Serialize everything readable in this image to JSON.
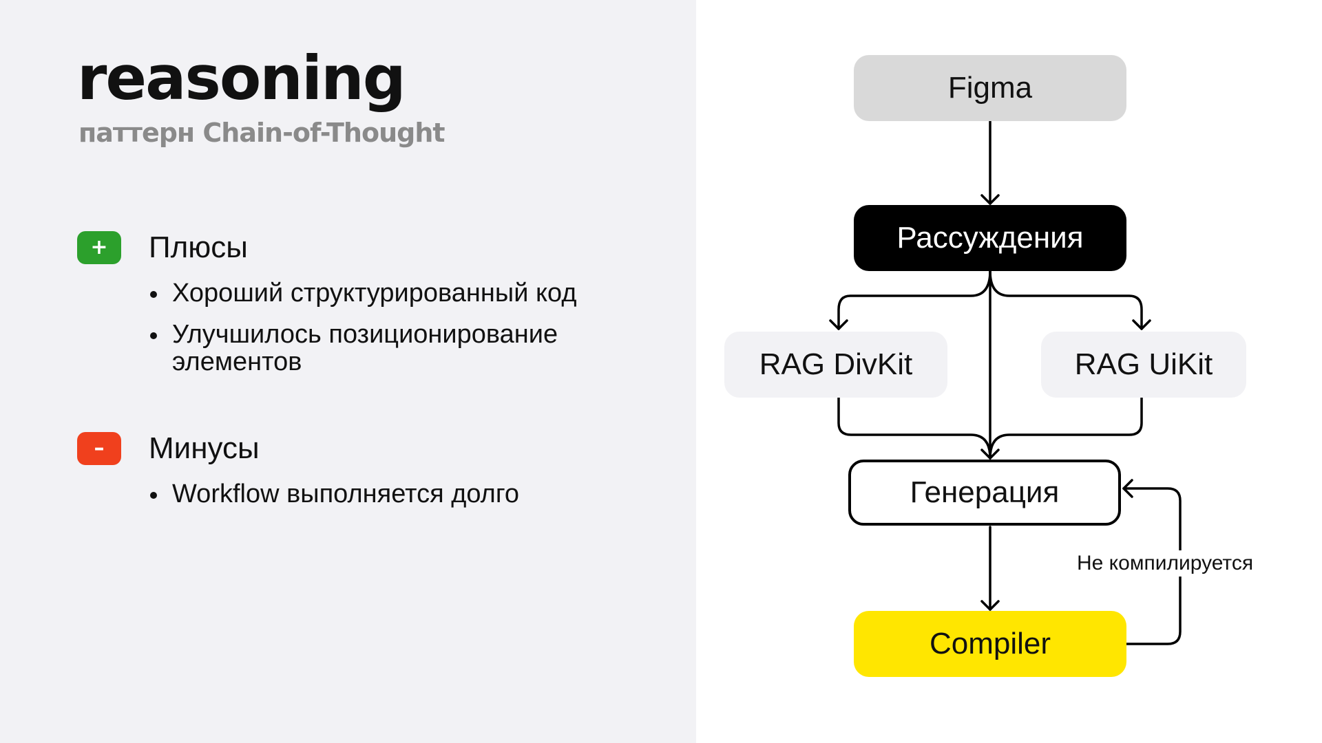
{
  "header": {
    "title": "reasoning",
    "subtitle": "паттерн Chain-of-Thought"
  },
  "pros": {
    "badge": "+",
    "label": "Плюсы",
    "items": [
      "Хороший структурированный код",
      "Улучшилось позиционирование элементов"
    ]
  },
  "cons": {
    "badge": "–",
    "label": "Минусы",
    "items": [
      "Workflow выполняется долго"
    ]
  },
  "diagram": {
    "nodes": {
      "figma": "Figma",
      "reasoning": "Рассуждения",
      "rag_divkit": "RAG DivKit",
      "rag_uikit": "RAG UiKit",
      "generation": "Генерация",
      "compiler": "Compiler"
    },
    "edge_label": "Не компилируется"
  },
  "colors": {
    "plus": "#2ca02c",
    "minus": "#f0401d",
    "compiler": "#ffe600",
    "figma": "#d9d9d9",
    "panel": "#f2f2f5"
  }
}
